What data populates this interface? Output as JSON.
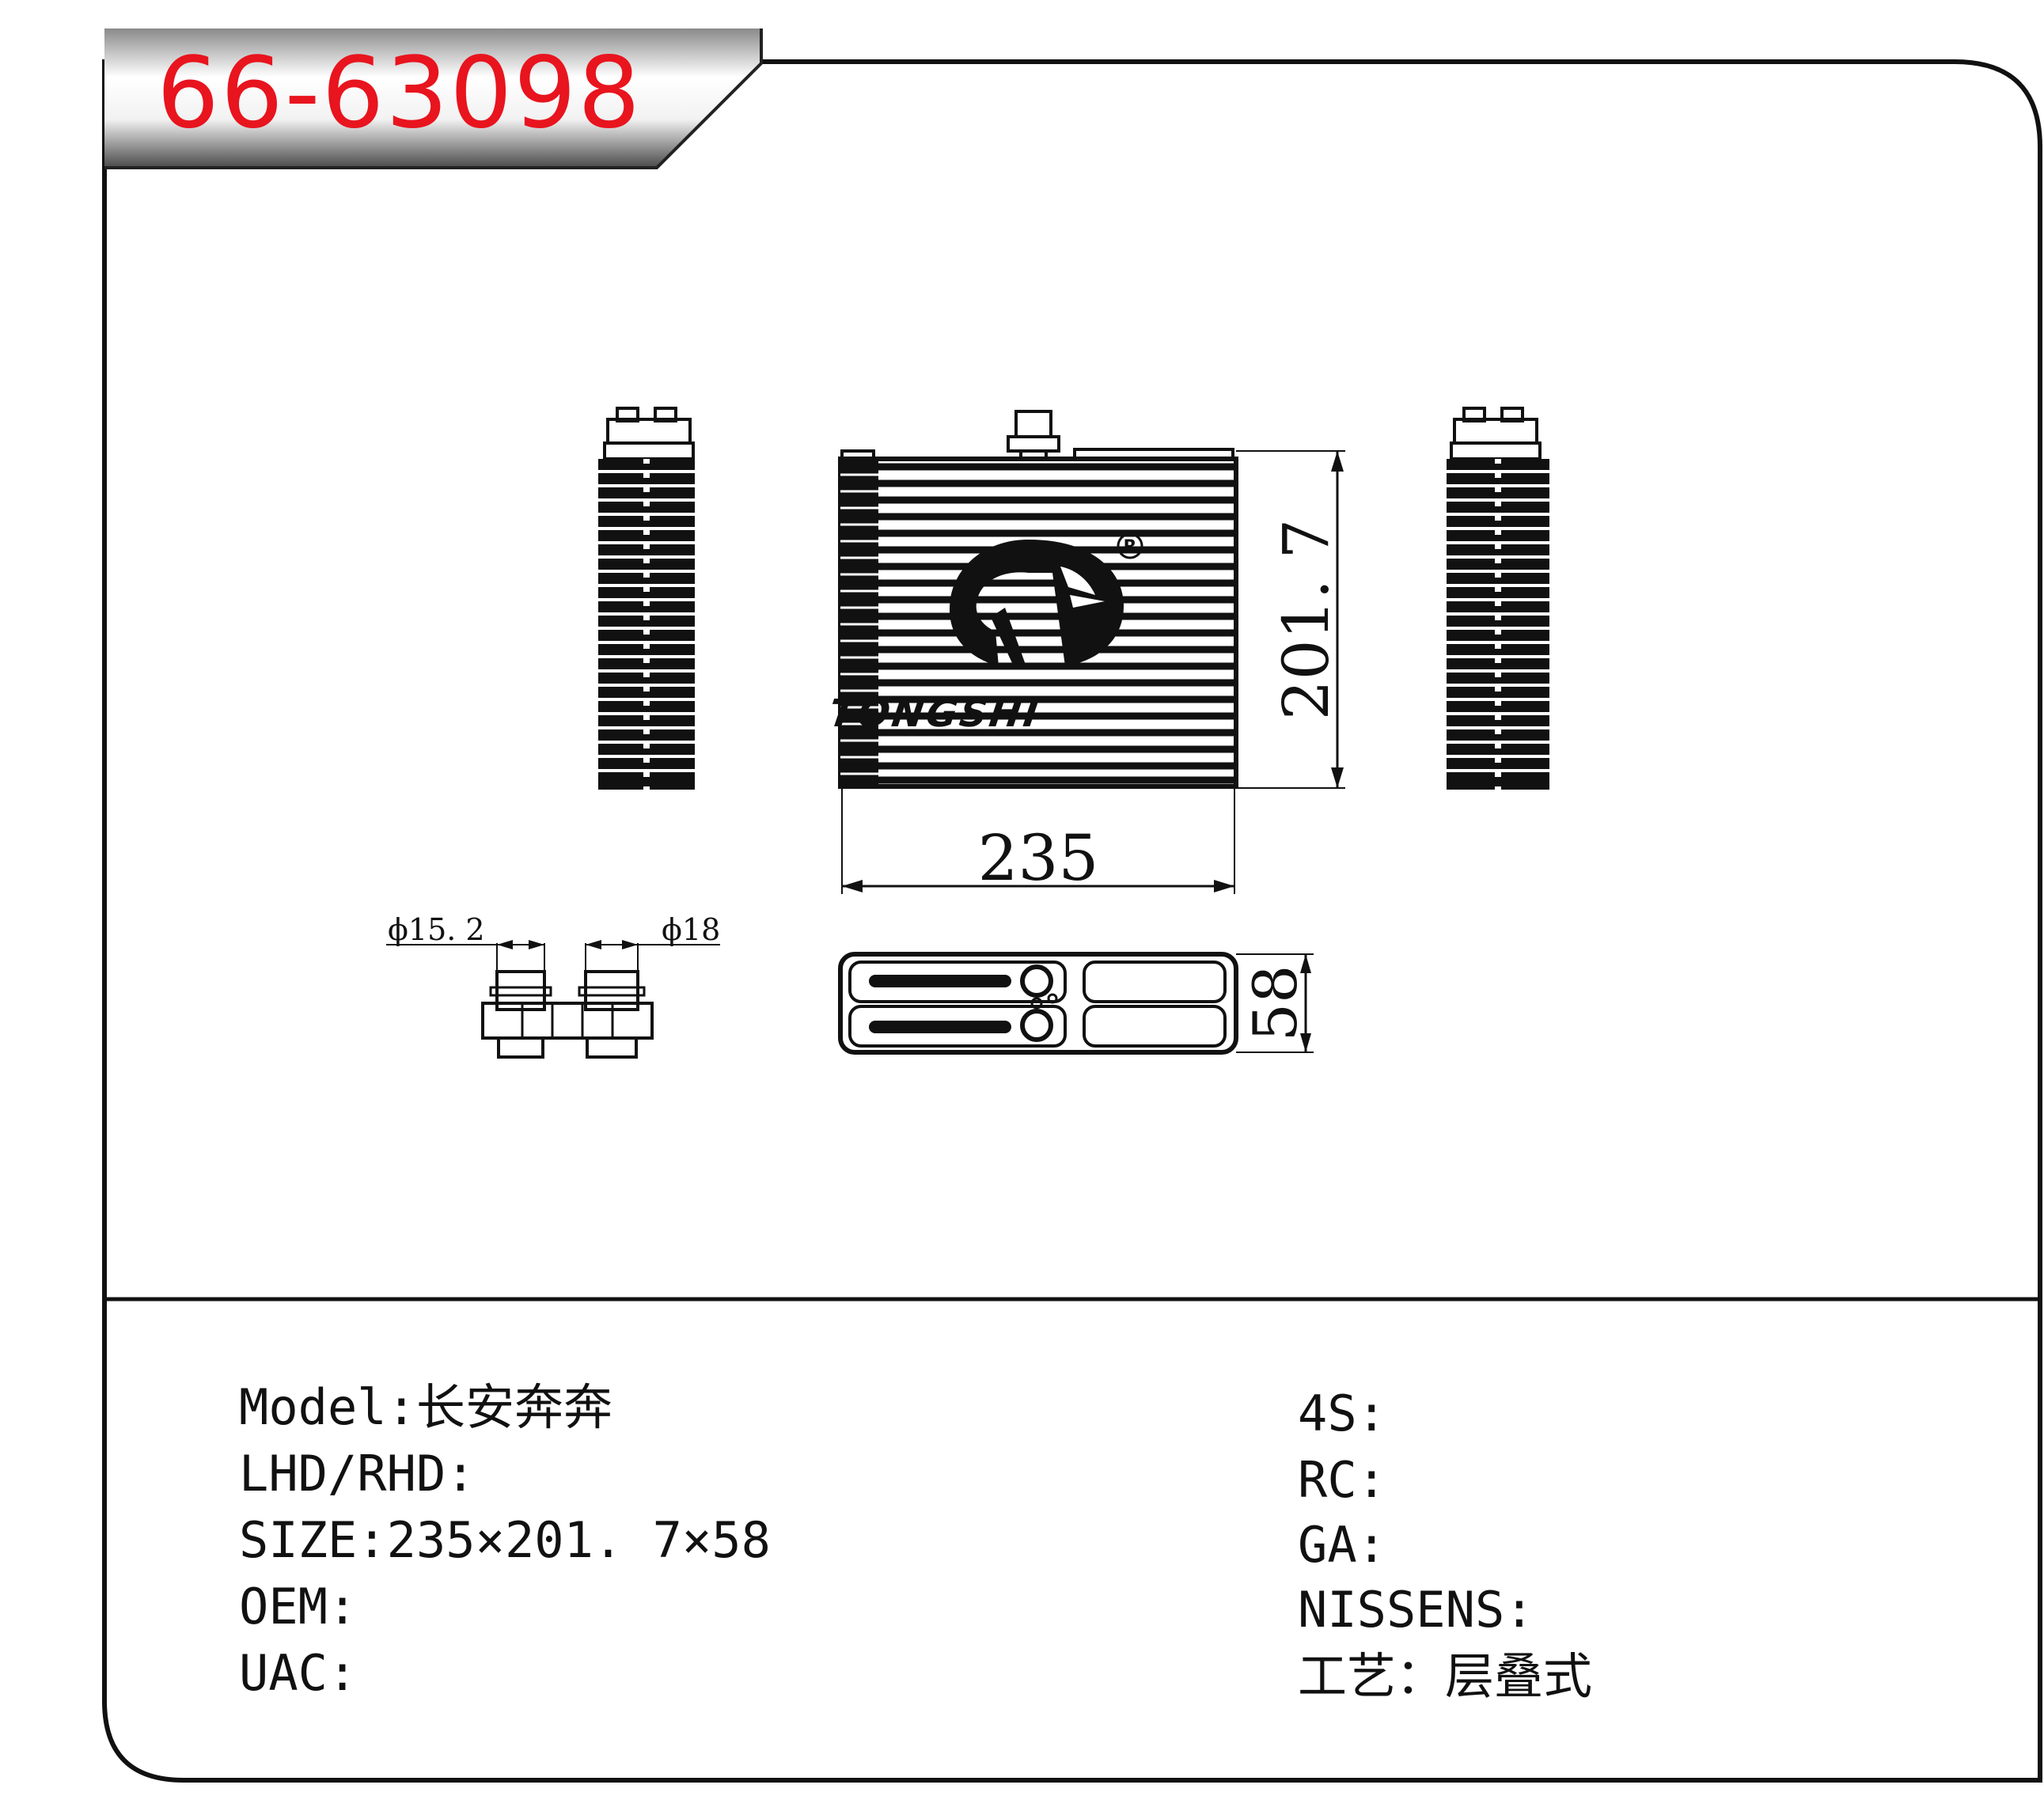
{
  "header": {
    "part_number": "66-63098"
  },
  "drawing": {
    "brand_name": "TONGSHI",
    "registered_mark": "R",
    "dimensions": {
      "width": "235",
      "height": "201. 7",
      "depth": "58",
      "pipe_small": "ϕ15. 2",
      "pipe_large": "ϕ18"
    }
  },
  "specs_left": [
    {
      "label": "Model:",
      "value": "长安奔奔"
    },
    {
      "label": "LHD/RHD:",
      "value": ""
    },
    {
      "label": "SIZE:",
      "value": "235×201. 7×58"
    },
    {
      "label": "OEM:",
      "value": ""
    },
    {
      "label": "UAC:",
      "value": ""
    }
  ],
  "specs_right": [
    {
      "label": "4S:",
      "value": ""
    },
    {
      "label": "RC:",
      "value": ""
    },
    {
      "label": "GA:",
      "value": ""
    },
    {
      "label": "NISSENS:",
      "value": ""
    },
    {
      "label": "工艺：",
      "value": "层叠式"
    }
  ],
  "colors": {
    "title_red": "#e8141e",
    "line": "#111111"
  }
}
